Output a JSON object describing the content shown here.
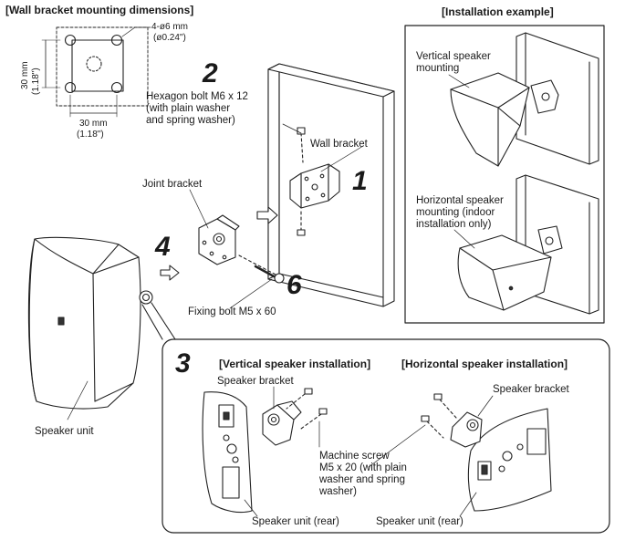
{
  "headers": {
    "wall_bracket_dims": "[Wall bracket mounting dimensions]",
    "installation_example": "[Installation example]",
    "vertical_install": "[Vertical speaker installation]",
    "horizontal_install": "[Horizontal speaker installation]"
  },
  "dimensions": {
    "holes_line1": "4-ø6 mm",
    "holes_line2": "(ø0.24\")",
    "height_mm": "30 mm",
    "height_in": "(1.18\")",
    "width_mm": "30 mm",
    "width_in": "(1.18\")"
  },
  "steps": {
    "s1": "1",
    "s2": "2",
    "s3": "3",
    "s4": "4",
    "s6": "6"
  },
  "labels": {
    "hex_bolt": "Hexagon bolt M6 x 12\n(with plain washer\nand spring washer)",
    "wall_bracket": "Wall bracket",
    "joint_bracket": "Joint bracket",
    "fixing_bolt": "Fixing bolt M5 x 60",
    "speaker_unit": "Speaker unit",
    "vertical_mounting": "Vertical speaker\nmounting",
    "horizontal_mounting": "Horizontal speaker\nmounting (indoor\ninstallation only)",
    "speaker_bracket_v": "Speaker bracket",
    "speaker_bracket_h": "Speaker bracket",
    "machine_screw": "Machine screw\nM5 x 20 (with plain\nwasher and spring\nwasher)",
    "rear_v": "Speaker unit (rear)",
    "rear_h": "Speaker unit (rear)"
  }
}
